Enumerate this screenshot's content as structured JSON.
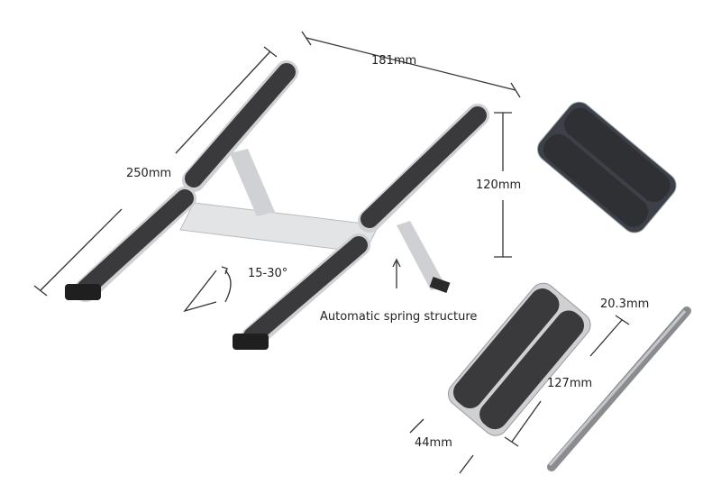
{
  "labels": {
    "width": "181mm",
    "length": "250mm",
    "height": "120mm",
    "angle": "15-30°",
    "spring": "Automatic spring structure",
    "folded_thickness": "20.3mm",
    "folded_length": "127mm",
    "folded_width": "44mm"
  },
  "colors": {
    "pad": "#3a3a3c",
    "frame": "#d9dadc",
    "line": "#333333"
  }
}
